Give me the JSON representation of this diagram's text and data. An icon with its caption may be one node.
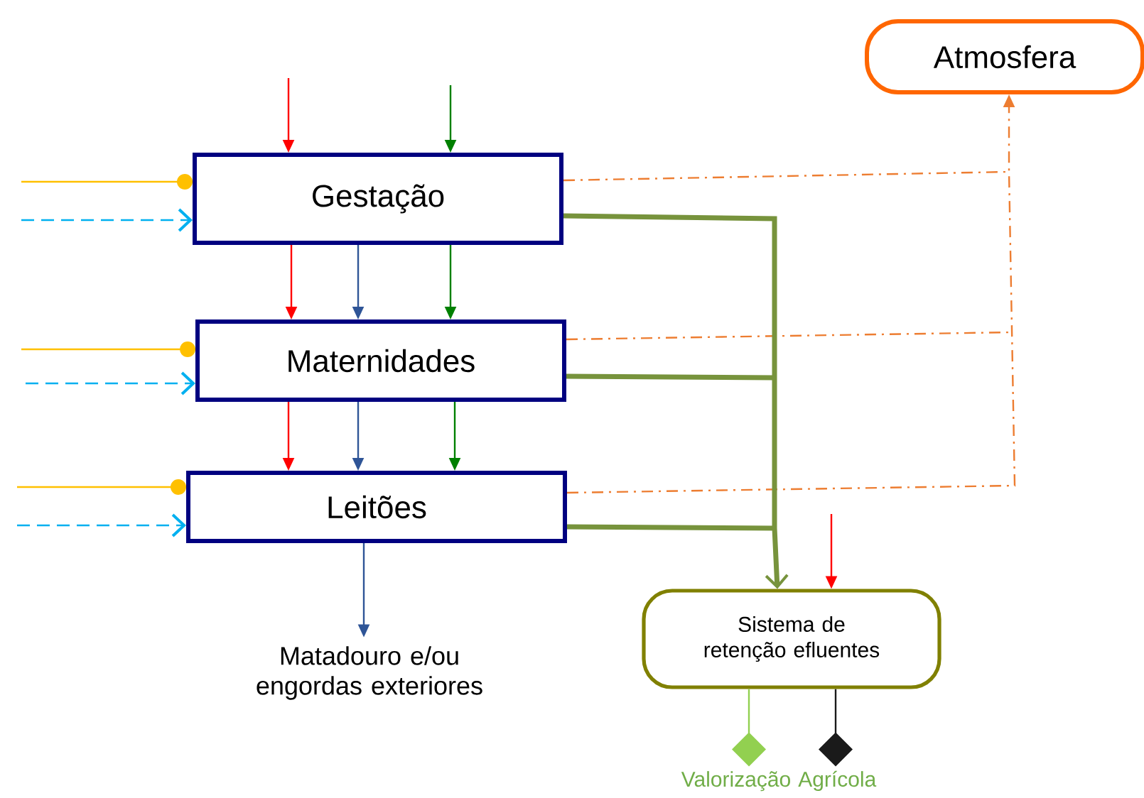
{
  "diagram": {
    "nodes": [
      {
        "text": [
          "Atmosfera"
        ]
      },
      {
        "text": [
          "Gestação"
        ]
      },
      {
        "text": [
          "Maternidades"
        ]
      },
      {
        "text": [
          "Leitões"
        ]
      },
      {
        "text": [
          "Matadouro e/ou engordas exteriores"
        ]
      },
      {
        "text": [
          "Sistema de retenção efluentes"
        ]
      },
      {
        "text": [
          "Valorização Agrícola"
        ]
      }
    ],
    "edges": [
      {
        "from": null,
        "to": 1,
        "arrow": "to",
        "color": "#ff0000"
      },
      {
        "from": null,
        "to": 1,
        "arrow": "to",
        "color": "#008000"
      },
      {
        "from": null,
        "to": 1,
        "arrow": "other",
        "color": "#ffc000"
      },
      {
        "from": null,
        "to": 1,
        "arrow": "to",
        "style": "dashed",
        "color": "#00b0f0"
      },
      {
        "from": 1,
        "to": 2,
        "arrow": "to",
        "color": "#ff0000"
      },
      {
        "from": 1,
        "to": 2,
        "arrow": "to",
        "color": "#2f5597"
      },
      {
        "from": 1,
        "to": 2,
        "arrow": "to",
        "color": "#008000"
      },
      {
        "from": null,
        "to": 2,
        "arrow": "other",
        "color": "#ffc000"
      },
      {
        "from": null,
        "to": 2,
        "arrow": "to",
        "style": "dashed",
        "color": "#00b0f0"
      },
      {
        "from": 2,
        "to": 3,
        "arrow": "to",
        "color": "#ff0000"
      },
      {
        "from": 2,
        "to": 3,
        "arrow": "to",
        "color": "#2f5597"
      },
      {
        "from": 2,
        "to": 3,
        "arrow": "to",
        "color": "#008000"
      },
      {
        "from": null,
        "to": 3,
        "arrow": "other",
        "color": "#ffc000"
      },
      {
        "from": null,
        "to": 3,
        "arrow": "to",
        "style": "dashed",
        "color": "#00b0f0"
      },
      {
        "from": 3,
        "to": 4,
        "arrow": "to",
        "color": "#2f5597"
      },
      {
        "from": 1,
        "to": 0,
        "arrow": "to",
        "style": "dashed",
        "color": "#ed7d31"
      },
      {
        "from": 2,
        "to": 0,
        "arrow": "to",
        "style": "dashed",
        "color": "#ed7d31"
      },
      {
        "from": 3,
        "to": 0,
        "arrow": "to",
        "style": "dashed",
        "color": "#ed7d31"
      },
      {
        "from": 1,
        "to": 5,
        "arrow": "to",
        "style": "thick",
        "color": "#77933c"
      },
      {
        "from": 2,
        "to": 5,
        "arrow": "to",
        "style": "thick",
        "color": "#77933c"
      },
      {
        "from": 3,
        "to": 5,
        "arrow": "to",
        "style": "thick",
        "color": "#77933c"
      },
      {
        "from": null,
        "to": 5,
        "arrow": "to",
        "color": "#ff0000"
      },
      {
        "from": 5,
        "to": 6,
        "arrow": "other",
        "color": "#92d050"
      },
      {
        "from": 5,
        "to": 6,
        "arrow": "other",
        "color": "#1a1a1a"
      }
    ]
  }
}
